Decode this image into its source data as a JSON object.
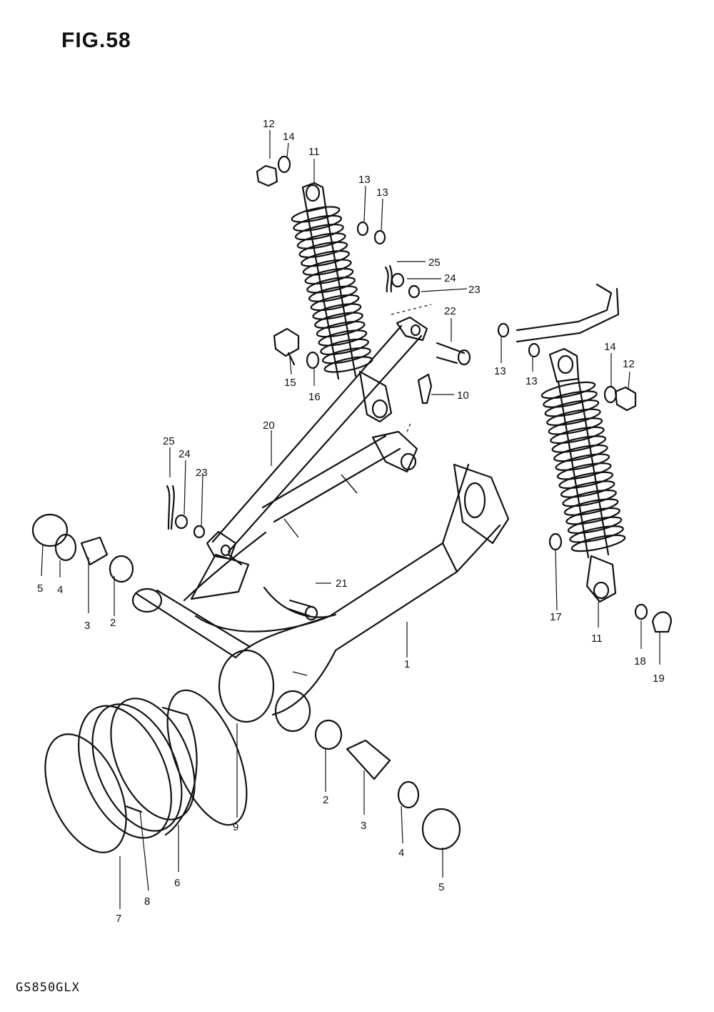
{
  "figure": {
    "title": "FIG.58",
    "model": "GS850GLX"
  },
  "callouts": {
    "c1": "1",
    "c2a": "2",
    "c2b": "2",
    "c3a": "3",
    "c3b": "3",
    "c4a": "4",
    "c4b": "4",
    "c5a": "5",
    "c5b": "5",
    "c6": "6",
    "c7": "7",
    "c8": "8",
    "c9": "9",
    "c10": "10",
    "c11a": "11",
    "c11b": "11",
    "c12a": "12",
    "c12b": "12",
    "c13a": "13",
    "c13b": "13",
    "c13c": "13",
    "c13d": "13",
    "c14a": "14",
    "c14b": "14",
    "c15": "15",
    "c16": "16",
    "c17": "17",
    "c18": "18",
    "c19": "19",
    "c20": "20",
    "c21": "21",
    "c22": "22",
    "c23a": "23",
    "c23b": "23",
    "c24a": "24",
    "c24b": "24",
    "c25a": "25",
    "c25b": "25"
  }
}
